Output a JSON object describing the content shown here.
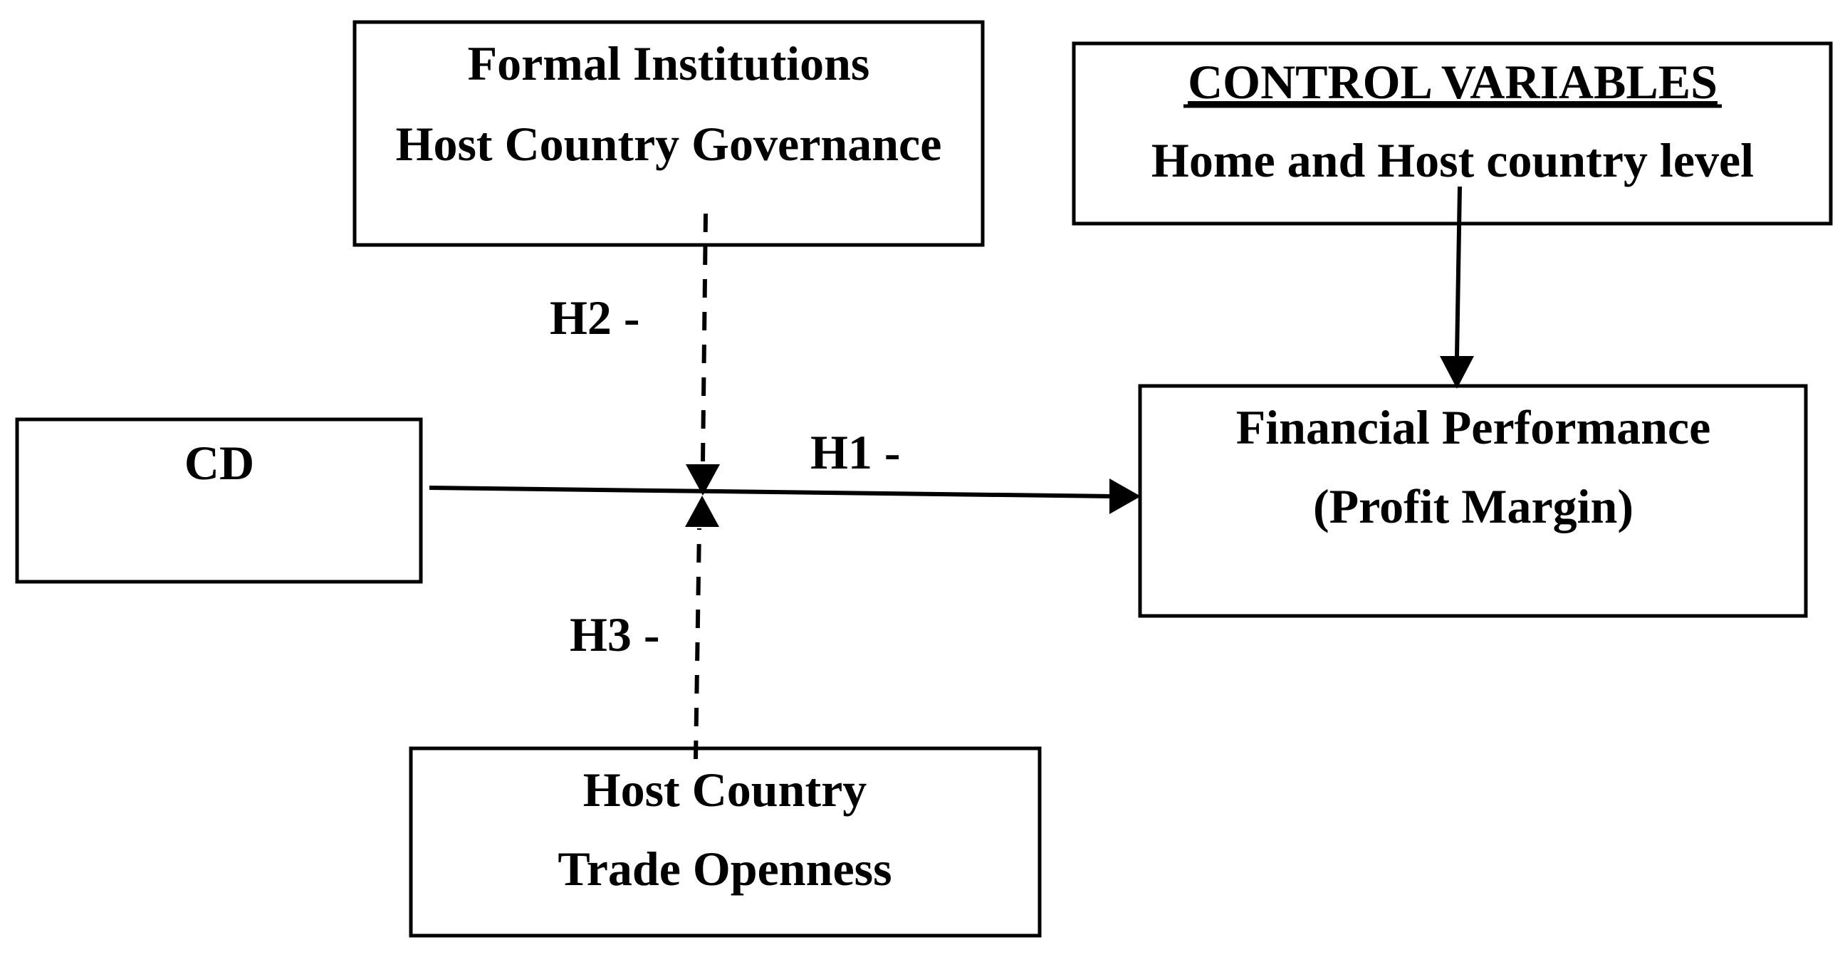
{
  "nodes": {
    "formal_institutions": {
      "line1": "Formal Institutions",
      "line2": "Host Country Governance"
    },
    "control_variables": {
      "heading": "CONTROL VARIABLES",
      "line2": "Home and Host country level"
    },
    "cd": {
      "label": "CD"
    },
    "financial_performance": {
      "line1": "Financial Performance",
      "line2": "(Profit Margin)"
    },
    "trade_openness": {
      "line1": "Host Country",
      "line2": "Trade Openness"
    }
  },
  "hypotheses": {
    "h1": "H1 -",
    "h2": "H2 -",
    "h3": "H3 -"
  },
  "edges": [
    {
      "from": "cd",
      "to": "financial_performance",
      "style": "solid",
      "label": "h1"
    },
    {
      "from": "formal_institutions",
      "to": "cd-financial_performance link",
      "style": "dashed",
      "label": "h2"
    },
    {
      "from": "trade_openness",
      "to": "cd-financial_performance link",
      "style": "dashed",
      "label": "h3"
    },
    {
      "from": "control_variables",
      "to": "financial_performance",
      "style": "solid"
    }
  ]
}
